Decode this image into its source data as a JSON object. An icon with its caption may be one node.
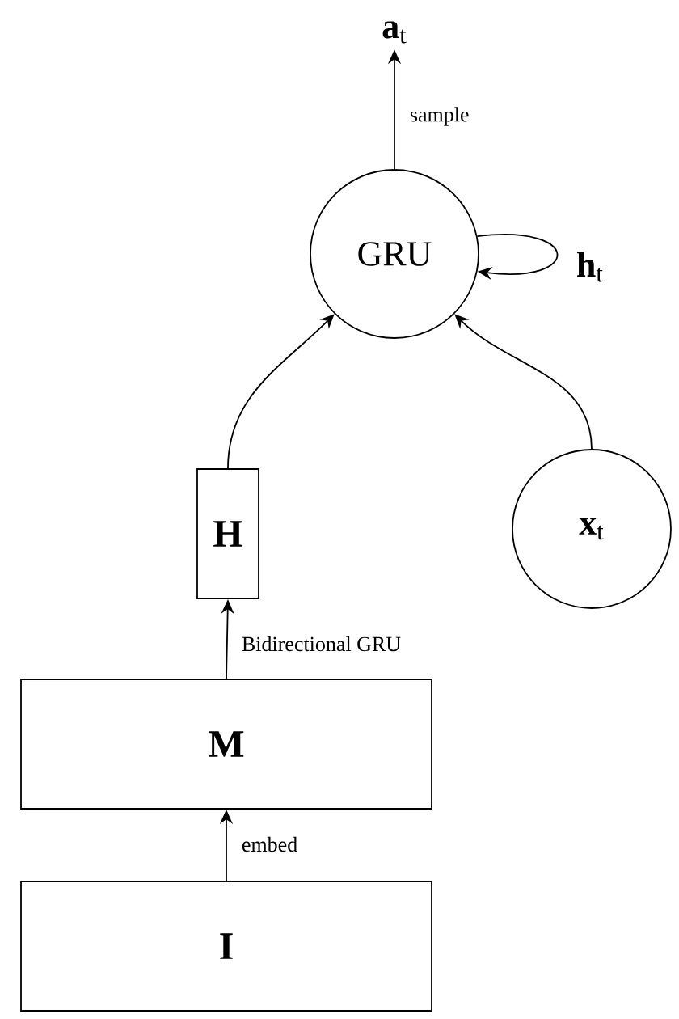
{
  "diagram": {
    "nodes": [
      {
        "text": [
          "**a**$_{t}$"
        ]
      },
      {
        "text": [
          "GRU"
        ]
      },
      {
        "text": [
          "H"
        ]
      },
      {
        "text": [
          "**x**$_{t}$"
        ]
      },
      {
        "text": [
          "M"
        ]
      },
      {
        "text": [
          "I"
        ]
      }
    ],
    "edges": [
      {
        "from": 1,
        "to": 0,
        "arrow": "to",
        "label": "sample"
      },
      {
        "from": 1,
        "to": 1,
        "arrow": "to",
        "label": "**h**$_{t}$"
      },
      {
        "from": 2,
        "to": 1,
        "arrow": "to"
      },
      {
        "from": 3,
        "to": 1,
        "arrow": "to"
      },
      {
        "from": 4,
        "to": 2,
        "arrow": "to",
        "label": "Bidirectional GRU"
      },
      {
        "from": 5,
        "to": 4,
        "arrow": "to",
        "label": "embed"
      }
    ]
  }
}
